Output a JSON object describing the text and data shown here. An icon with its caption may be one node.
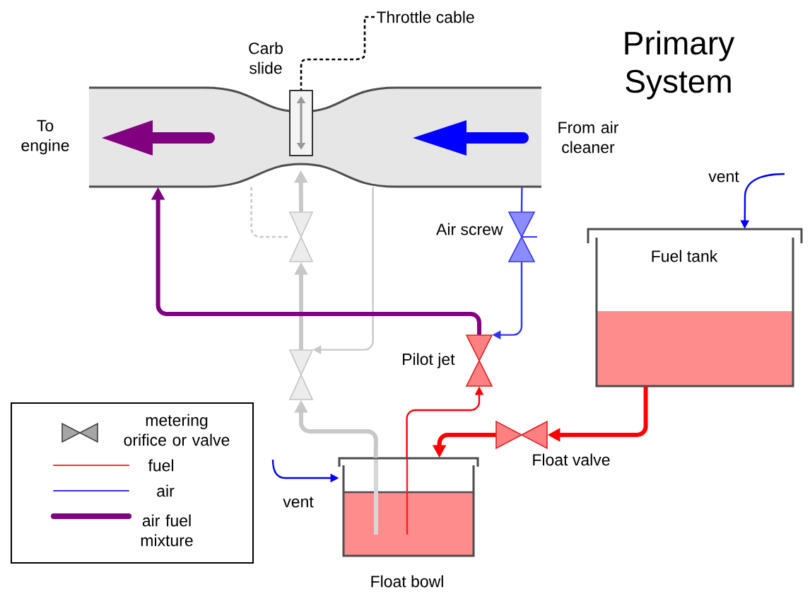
{
  "diagram": {
    "title": "Primary System",
    "nodes": [
      {
        "text": [
          "Throttle cable"
        ]
      },
      {
        "text": [
          "Carb slide"
        ],
        "in": 2
      },
      {
        "text": [],
        "shape": "tube"
      },
      {
        "text": [],
        "shape": "bowtie"
      },
      {
        "text": [
          "Air screw"
        ]
      },
      {
        "text": [
          "Fuel tank"
        ]
      },
      {
        "text": [
          "Pilot jet"
        ]
      },
      {
        "text": [],
        "shape": "bowtie"
      },
      {
        "text": [
          "Float valve"
        ]
      },
      {
        "text": [
          "Float bowl"
        ]
      }
    ],
    "edges": [
      {
        "from": 0,
        "to": 1,
        "arrow": "none",
        "style": "dashed",
        "color": "#000000"
      },
      {
        "from": 2,
        "to": 3,
        "arrow": "none",
        "style": "dashed"
      },
      {
        "from": 3,
        "to": 2,
        "arrow": "to",
        "style": "thick"
      },
      {
        "from": 2,
        "to": 7,
        "arrow": "to"
      },
      {
        "from": 7,
        "to": 3,
        "arrow": "to",
        "style": "thick"
      },
      {
        "from": 9,
        "to": 7,
        "arrow": "to",
        "style": "thick"
      },
      {
        "from": 2,
        "to": 4,
        "arrow": "none",
        "color": "#3333ff"
      },
      {
        "from": 4,
        "to": 6,
        "arrow": "to",
        "color": "#3333ff"
      },
      {
        "from": 6,
        "to": 2,
        "arrow": "to",
        "style": "thick",
        "color": "#800080"
      },
      {
        "from": 9,
        "to": 6,
        "arrow": "to",
        "color": "#ff0000"
      },
      {
        "from": 5,
        "to": 8,
        "arrow": "to",
        "style": "thick",
        "color": "#ff0000"
      },
      {
        "from": 8,
        "to": 9,
        "arrow": "to",
        "style": "thick",
        "color": "#ff0000"
      },
      {
        "from": null,
        "to": 5,
        "arrow": "to",
        "label": "vent",
        "color": "#0000ff"
      },
      {
        "from": null,
        "to": 9,
        "arrow": "to",
        "label": "vent",
        "color": "#0000ff"
      }
    ],
    "labels": [
      "To engine",
      "From air cleaner"
    ],
    "legend": [
      {
        "text": "metering orifice or valve"
      },
      {
        "text": "fuel"
      },
      {
        "text": "air"
      },
      {
        "text": "air fuel mixture"
      }
    ]
  }
}
